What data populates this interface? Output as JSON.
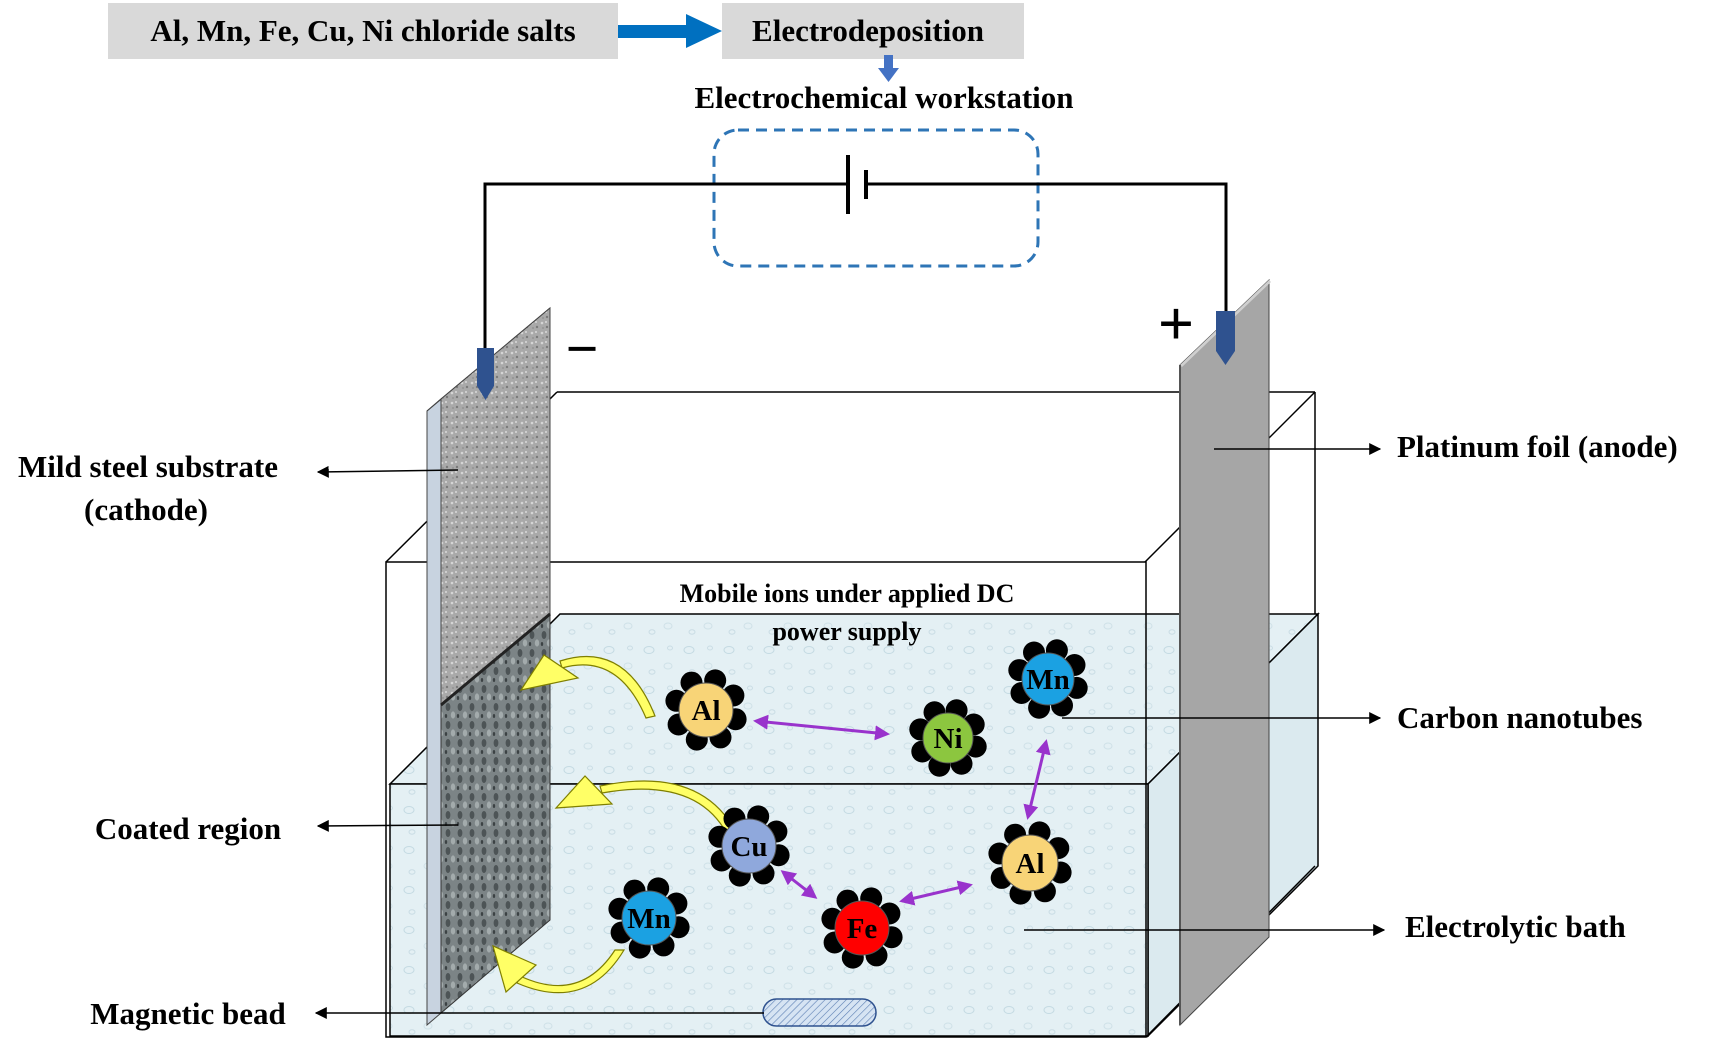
{
  "header": {
    "source_label": "Al, Mn, Fe, Cu, Ni chloride salts",
    "process_label": "Electrodeposition",
    "workstation_label": "Electrochemical workstation"
  },
  "polarity": {
    "negative": "−",
    "positive": "+"
  },
  "bath": {
    "mobile_ions_line1": "Mobile ions under applied DC",
    "mobile_ions_line2": "power supply"
  },
  "callouts": {
    "cathode_line1": "Mild steel substrate",
    "cathode_line2": "(cathode)",
    "coated": "Coated region",
    "bead": "Magnetic bead",
    "anode": "Platinum foil (anode)",
    "cnt": "Carbon nanotubes",
    "bath": "Electrolytic bath"
  },
  "ions": [
    {
      "label": "Al",
      "color": "#f8d477"
    },
    {
      "label": "Ni",
      "color": "#8cc63f"
    },
    {
      "label": "Mn",
      "color": "#1ba1e2"
    },
    {
      "label": "Cu",
      "color": "#8fa8dc"
    },
    {
      "label": "Al",
      "color": "#f8d477"
    },
    {
      "label": "Fe",
      "color": "#ff0000"
    },
    {
      "label": "Mn",
      "color": "#1ba1e2"
    }
  ],
  "colors": {
    "header_box": "#d9d9d9",
    "flow_arrow": "#0070c0",
    "workstation_border": "#2e75b6",
    "interaction_arrow": "#9933cc",
    "deposition_arrow": "#ffff66",
    "clip": "#2f528f",
    "anode_foil": "#a6a6a6",
    "electrolyte": "#e4f0f4"
  }
}
